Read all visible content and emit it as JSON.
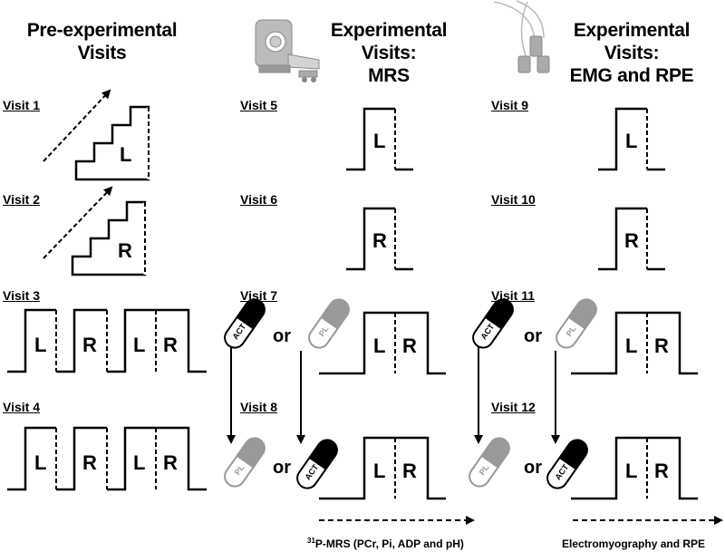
{
  "headers": {
    "pre_line1": "Pre-experimental",
    "pre_line2": "Visits",
    "mrs_line1": "Experimental Visits:",
    "mrs_line2": "MRS",
    "emg_line1": "Experimental Visits:",
    "emg_line2": "EMG and RPE"
  },
  "visits": {
    "v1": "Visit 1",
    "v2": "Visit 2",
    "v3": "Visit 3",
    "v4": "Visit 4",
    "v5": "Visit 5",
    "v6": "Visit 6",
    "v7": "Visit 7",
    "v8": "Visit 8",
    "v9": "Visit 9",
    "v10": "Visit 10",
    "v11": "Visit 11",
    "v12": "Visit 12"
  },
  "labels": {
    "left": "L",
    "right": "R",
    "or": "or",
    "active": "ACT",
    "placebo": "PL"
  },
  "footer": {
    "mrs_superscript": "31",
    "mrs_text": "P-MRS (PCr, Pi, ADP and pH)",
    "emg_text": "Electromyography and RPE"
  },
  "colors": {
    "line": "#000000",
    "placebo": "#999999",
    "icon": "#aaaaaa"
  },
  "icons": {
    "mrs": "mri-scanner-icon",
    "emg": "emg-electrodes-icon"
  }
}
